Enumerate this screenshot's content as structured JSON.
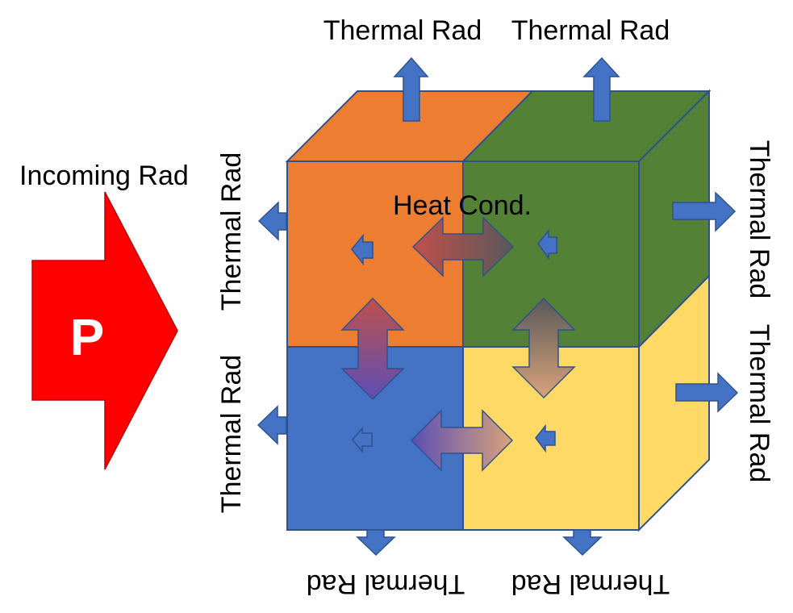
{
  "labels": {
    "incoming": "Incoming Rad",
    "power": "P",
    "heat_conduction": "Heat Cond.",
    "thermal_top_left": "Thermal Rad",
    "thermal_top_right": "Thermal Rad",
    "thermal_left_upper": "Thermal Rad",
    "thermal_left_lower": "Thermal Rad",
    "thermal_right_upper": "Thermal Rad",
    "thermal_right_lower": "Thermal Rad",
    "thermal_bottom_left": "Thermal Rad",
    "thermal_bottom_right": "Thermal Rad"
  },
  "colors": {
    "orange": "#ED7D31",
    "green": "#538135",
    "blue": "#4472C4",
    "yellow": "#FFD966",
    "power_arrow": "#FF0000",
    "rad_arrow": "#4472C4",
    "edge": "#2F528F"
  }
}
